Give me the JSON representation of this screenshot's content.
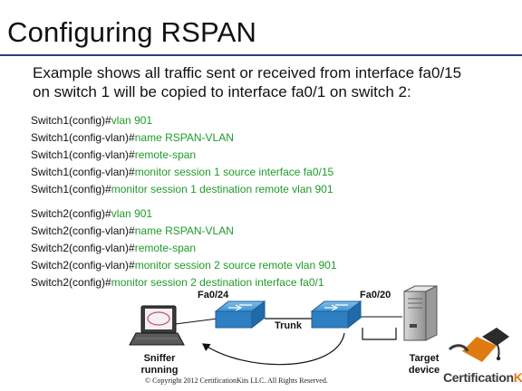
{
  "slide": {
    "title": "Configuring RSPAN",
    "intro_lines": [
      "Example shows all traffic sent or received from interface fa0/15",
      "on switch 1 will be copied to interface fa0/1 on switch 2:"
    ]
  },
  "switch1_commands": [
    {
      "prompt": "Switch1(config)#",
      "command": "vlan 901"
    },
    {
      "prompt": "Switch1(config-vlan)#",
      "command": "name RSPAN-VLAN"
    },
    {
      "prompt": "Switch1(config-vlan)#",
      "command": "remote-span"
    },
    {
      "prompt": "Switch1(config-vlan)#",
      "command": "monitor session 1 source interface fa0/15"
    },
    {
      "prompt": "Switch1(config)#",
      "command": "monitor session 1 destination remote vlan 901"
    }
  ],
  "switch2_commands": [
    {
      "prompt": "Switch2(config)#",
      "command": "vlan 901"
    },
    {
      "prompt": "Switch2(config-vlan)#",
      "command": "name RSPAN-VLAN"
    },
    {
      "prompt": "Switch2(config-vlan)#",
      "command": "remote-span"
    },
    {
      "prompt": "Switch2(config-vlan)#",
      "command": "monitor session 2 source remote vlan 901"
    },
    {
      "prompt": "Switch2(config)#",
      "command": "monitor session 2 destination interface fa0/1"
    }
  ],
  "diagram": {
    "port_left_label": "Fa0/24",
    "port_right_label": "Fa0/20",
    "trunk_label": "Trunk",
    "sniffer_label_1": "Sniffer",
    "sniffer_label_2": "running",
    "target_label_1": "Target",
    "target_label_2": "device",
    "icons": [
      "laptop-icon",
      "switch-icon",
      "switch-icon",
      "server-icon",
      "return-arrow"
    ]
  },
  "footer": {
    "copyright": "© Copyright 2012 CertificationKits LLC.  All Rights Reserved."
  },
  "logo": {
    "text_part1": "Certification",
    "text_part2": "Kits"
  },
  "colors": {
    "command": "#1f9b2a",
    "title_rule": "#2b3f7a",
    "switch_blue": "#2e7fc1",
    "logo_orange": "#e07b12"
  }
}
